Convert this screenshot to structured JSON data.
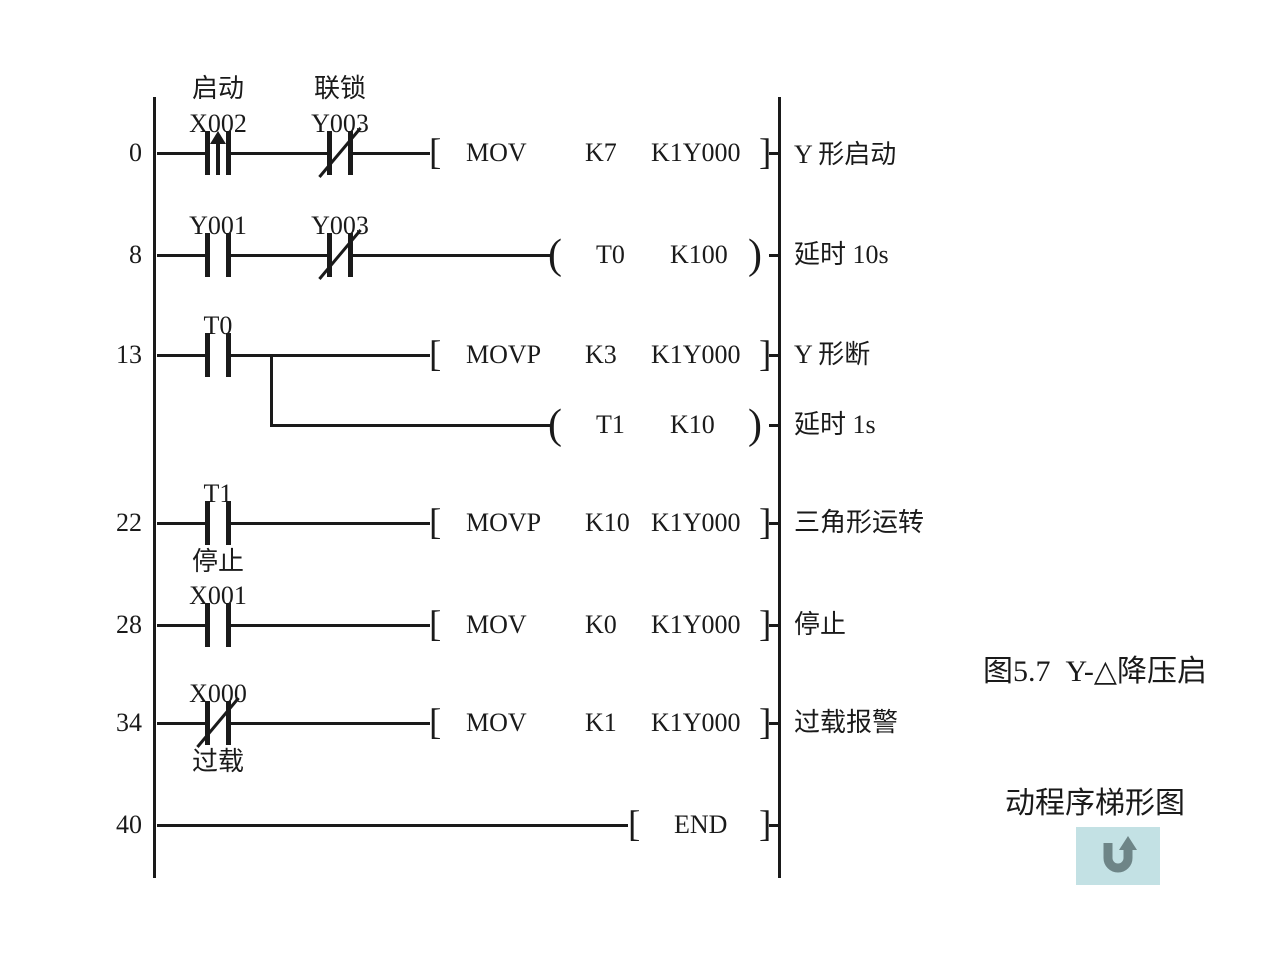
{
  "colors": {
    "ink": "#1a1a1a",
    "background": "#ffffff",
    "button_bg": "#c3e1e4",
    "button_arrow": "#6e8587"
  },
  "symbols": {
    "inst_open": "[",
    "inst_close": "]",
    "coil_open": "(",
    "coil_close": ")"
  },
  "rungs": [
    {
      "step": "0",
      "contact1_label": "启动",
      "contact1_name": "X002",
      "contact1_type": "rising-edge",
      "contact2_label": "联锁",
      "contact2_name": "Y003",
      "contact2_type": "normally-closed",
      "op": "MOV",
      "arg1": "K7",
      "arg2": "K1Y000",
      "comment": "Y 形启动"
    },
    {
      "step": "8",
      "contact1_name": "Y001",
      "contact1_type": "normally-open",
      "contact2_name": "Y003",
      "contact2_type": "normally-closed",
      "coil_op": "T0",
      "coil_arg": "K100",
      "comment": "延时 10s"
    },
    {
      "step": "13",
      "contact1_name": "T0",
      "contact1_type": "normally-open",
      "op": "MOVP",
      "arg1": "K3",
      "arg2": "K1Y000",
      "comment": "Y 形断",
      "branch": {
        "coil_op": "T1",
        "coil_arg": "K10",
        "comment": "延时 1s"
      }
    },
    {
      "step": "22",
      "contact1_name": "T1",
      "contact1_type": "normally-open",
      "op": "MOVP",
      "arg1": "K10",
      "arg2": "K1Y000",
      "comment": "三角形运转"
    },
    {
      "step": "28",
      "contact1_label": "停止",
      "contact1_name": "X001",
      "contact1_type": "normally-open",
      "op": "MOV",
      "arg1": "K0",
      "arg2": "K1Y000",
      "comment": "停止"
    },
    {
      "step": "34",
      "contact1_name": "X000",
      "contact1_label_below": "过载",
      "contact1_type": "normally-closed",
      "op": "MOV",
      "arg1": "K1",
      "arg2": "K1Y000",
      "comment": "过载报警"
    },
    {
      "step": "40",
      "op": "END"
    }
  ],
  "caption": {
    "line1": "图5.7  Y-△降压启",
    "line2": "动程序梯形图"
  }
}
